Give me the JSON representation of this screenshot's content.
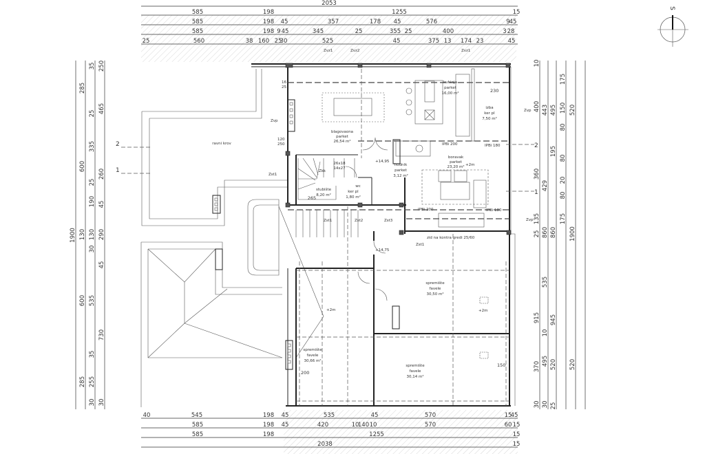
{
  "north_label": "S",
  "dimensions": {
    "top": [
      [
        "2053"
      ],
      [
        "585",
        "198",
        "1255",
        "15"
      ],
      [
        "585",
        "198",
        "45",
        "357",
        "178",
        "45",
        "576",
        "9",
        "45"
      ],
      [
        "585",
        "198",
        "9",
        "45",
        "345",
        "25",
        "355",
        "25",
        "400",
        "3",
        "28"
      ],
      [
        "25",
        "560",
        "38",
        "160",
        "25",
        "30",
        "525",
        "45",
        "375",
        "13",
        "174",
        "23",
        "45"
      ]
    ],
    "bottom": [
      [
        "40",
        "545",
        "198",
        "45",
        "535",
        "45",
        "570",
        "15",
        "45"
      ],
      [
        "585",
        "198",
        "45",
        "420",
        "10",
        "140",
        "10",
        "570",
        "60",
        "15"
      ],
      [
        "585",
        "198",
        "1255",
        "15"
      ],
      [
        "2038",
        "15"
      ]
    ],
    "left": [
      [
        "1900"
      ],
      [
        "285",
        "600",
        "130",
        "600",
        "285"
      ],
      [
        "35",
        "25",
        "335",
        "25",
        "190",
        "130",
        "30",
        "535",
        "35",
        "255",
        "30"
      ],
      [
        "250",
        "465",
        "260",
        "45",
        "290",
        "45",
        "730",
        "30"
      ]
    ],
    "right": [
      [
        "10",
        "400",
        "360",
        "135",
        "25",
        "915",
        "370",
        "30"
      ],
      [
        "443",
        "429",
        "860",
        "535",
        "10",
        "495",
        "30"
      ],
      [
        "495",
        "195",
        "860",
        "945",
        "520",
        "25"
      ],
      [
        "175",
        "150",
        "80",
        "80",
        "20",
        "80",
        "175"
      ],
      [
        "520",
        "1900",
        "520"
      ]
    ]
  },
  "labels": {
    "dining": {
      "name": "blagovaona",
      "floor": "parket",
      "area": "26,54 m²"
    },
    "kitchen": {
      "name": "kuhinja",
      "floor": "parket",
      "area": "16,00 m²"
    },
    "pantry": {
      "name": "izba",
      "floor": "ker pl",
      "area": "7,50 m²"
    },
    "living": {
      "name": "boravak",
      "floor": "parket",
      "area": "23,20 m²"
    },
    "hall": {
      "name": "hodnik",
      "floor": "parket",
      "area": "3,12 m²"
    },
    "stairs": {
      "name": "stubište",
      "area": "8,20 m²",
      "width": "265",
      "steps1": "26x18",
      "steps2": "14x27",
      "code": "Zkk"
    },
    "wc": {
      "name": "wc",
      "floor": "ker pl",
      "area": "1,80 m²"
    },
    "roof": "ravni krov",
    "store1": {
      "name": "spremište",
      "sub": "favele",
      "area": "30,50 m²"
    },
    "store2": {
      "name": "spremište",
      "sub": "favele",
      "area": "30,66 m²"
    },
    "store3": {
      "name": "spremište",
      "sub": "favele",
      "area": "30,14 m²"
    },
    "beam_note": "zid na kontra gredi 25/60",
    "level1": "+14,95",
    "level2": "+14,75",
    "h2m": "+2m",
    "ipbi200": "IPBi 200",
    "ipbi180": "IPBi 180",
    "zvz1": "Zvz1",
    "zvz2": "Zvz2",
    "zvp": "Zvp",
    "zst1": "Zst1",
    "zst2": "Zst2",
    "zst3": "Zst3",
    "d230": "230",
    "d200": "200",
    "d150": "150",
    "d120": "120",
    "d250": "250",
    "d16": "16",
    "d25": "25",
    "sec1": "1",
    "sec2": "2"
  }
}
